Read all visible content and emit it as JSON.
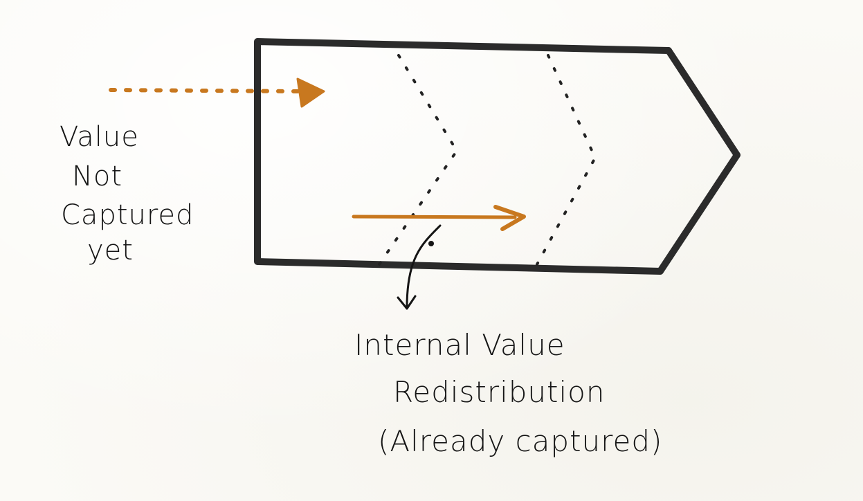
{
  "diagram": {
    "left_label": {
      "lines": [
        "Value",
        "Not",
        "Captured",
        "yet"
      ]
    },
    "bottom_label": {
      "lines": [
        "Internal Value",
        "Redistribution",
        "(Already captured)"
      ]
    },
    "colors": {
      "outline": "#2b2b2b",
      "orange": "#c8781f",
      "ink": "#151515",
      "paper": "#fbfaf6"
    }
  }
}
